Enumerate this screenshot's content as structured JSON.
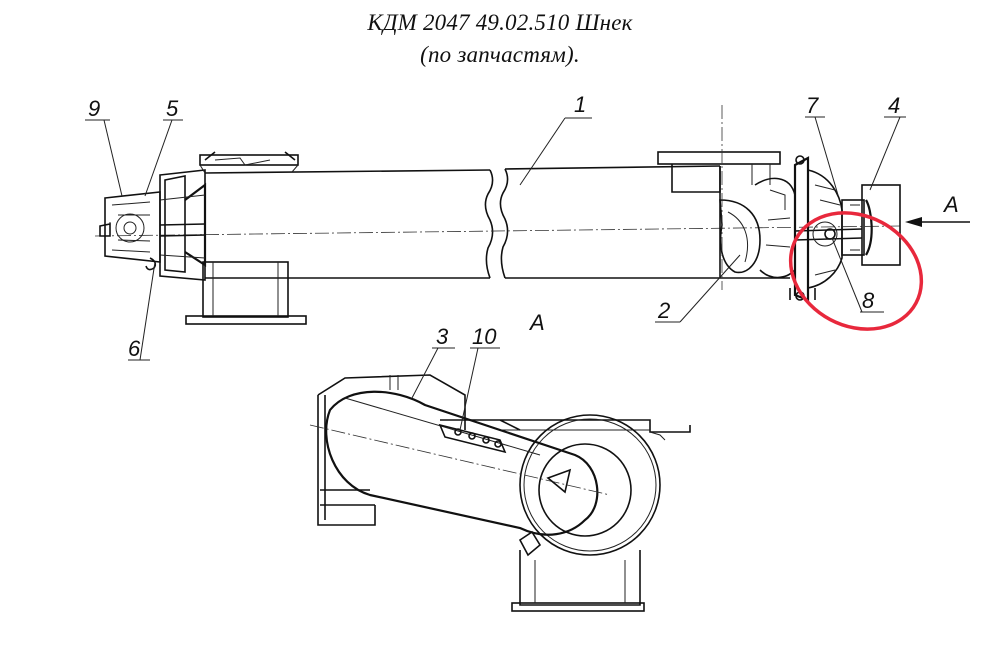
{
  "title": {
    "line1": "КДМ 2047 49.02.510 Шнек",
    "line2": "(по запчастям)."
  },
  "callouts": [
    "1",
    "2",
    "3",
    "4",
    "5",
    "6",
    "7",
    "8",
    "9",
    "10"
  ],
  "view_labels": {
    "arrow": "A",
    "section": "A"
  },
  "highlight_color": "#e8283c"
}
